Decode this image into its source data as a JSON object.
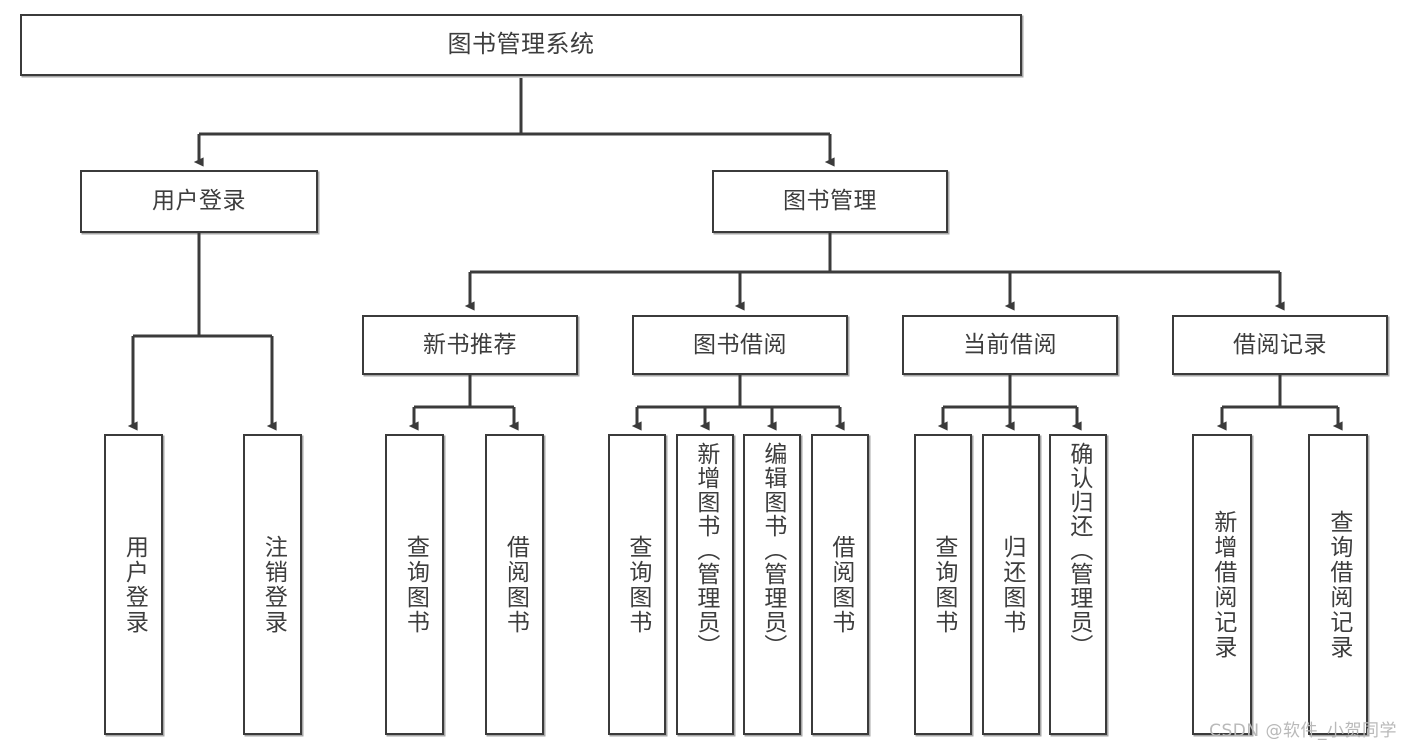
{
  "diagram": {
    "title": "图书管理系统",
    "type": "tree-functional-structure",
    "watermark": "CSDN @软件_小贺同学",
    "colors": {
      "stroke": "#3b3b3b",
      "box_fill": "#ffffff",
      "text": "#3d3d3d",
      "watermark": "#b9b9b9",
      "background": "#ffffff"
    }
  },
  "root": {
    "label": "图书管理系统"
  },
  "level2": [
    {
      "label": "用户登录"
    },
    {
      "label": "图书管理"
    }
  ],
  "level3": [
    {
      "label": "新书推荐"
    },
    {
      "label": "图书借阅"
    },
    {
      "label": "当前借阅"
    },
    {
      "label": "借阅记录"
    }
  ],
  "leaves": {
    "user_login": [
      {
        "label": "用户登录"
      },
      {
        "label": "注销登录"
      }
    ],
    "new_book": [
      {
        "label": "查询图书"
      },
      {
        "label": "借阅图书"
      }
    ],
    "book_borrow": [
      {
        "label": "查询图书"
      },
      {
        "label": "新增图书（管理员）"
      },
      {
        "label": "编辑图书（管理员）"
      },
      {
        "label": "借阅图书"
      }
    ],
    "current_borrow": [
      {
        "label": "查询图书"
      },
      {
        "label": "归还图书"
      },
      {
        "label": "确认归还（管理员）"
      }
    ],
    "borrow_record": [
      {
        "label": "新增借阅记录"
      },
      {
        "label": "查询借阅记录"
      }
    ]
  }
}
